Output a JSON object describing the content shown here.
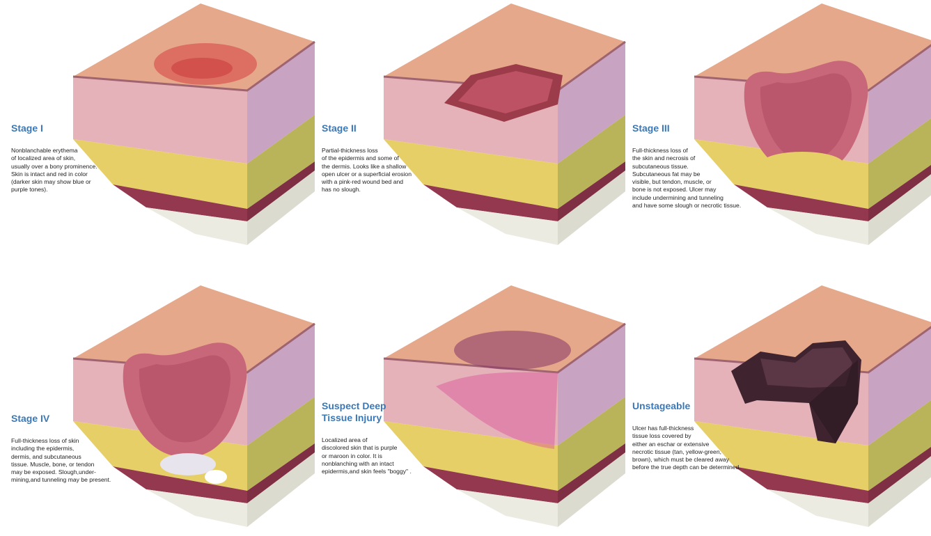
{
  "stages": [
    {
      "id": "stage-1",
      "title": "Stage I",
      "description": "Nonblanchable erythema\nof localized area of skin,\nusually over a bony prominence.\nSkin is intact and red in color\n(darker skin may show blue or\npurple tones).",
      "wound": "erythema",
      "colors": {
        "wound": "#d9534f"
      }
    },
    {
      "id": "stage-2",
      "title": "Stage II",
      "description": "Partial-thickness loss\nof the epidermis and some of\nthe dermis. Looks like a shallow\nopen ulcer or a superficial erosion\nwith a pink-red wound bed and\nhas no slough.",
      "wound": "shallow-ulcer",
      "colors": {
        "wound": "#9c3b4a"
      }
    },
    {
      "id": "stage-3",
      "title": "Stage III",
      "description": "Full-thickness loss of\nthe skin and necrosis of\nsubcutaneous tissue.\nSubcutaneous fat may be\nvisible, but tendon, muscle, or\nbone is not exposed. Ulcer may\ninclude undermining and tunneling\nand have some slough or necrotic tissue.",
      "wound": "deep-crater",
      "colors": {
        "wound": "#c9677a"
      }
    },
    {
      "id": "stage-4",
      "title": "Stage IV",
      "description": "Full-thickness loss of skin\nincluding the epidermis,\ndermis, and subcutaneous\ntissue. Muscle, bone, or tendon\nmay be exposed. Slough,under-\nmining,and tunneling may be present.",
      "wound": "bone-exposed",
      "colors": {
        "wound": "#c9677a"
      }
    },
    {
      "id": "stage-dti",
      "title": "Suspect Deep\nTissue Injury",
      "description": "Localized area of\ndiscolored skin that is purple\nor maroon in color. It is\nnonblanching with an intact\nepidermis,and skin feels \"boggy\" .",
      "wound": "purple-bruise",
      "colors": {
        "wound": "#8e3d6b"
      }
    },
    {
      "id": "stage-unstageable",
      "title": "Unstageable",
      "description": "Ulcer has full-thickness\ntissue loss covered by\neither an eschar or extensive\nnecrotic tissue (tan, yellow-green,\nbrown), which must be cleared away\nbefore the true depth can be determined.",
      "wound": "eschar",
      "colors": {
        "wound": "#3f2430"
      }
    }
  ],
  "colors": {
    "title": "#3a78b8",
    "skin_top": "#e6a88a",
    "dermis": "#e5b2b9",
    "fat": "#e7cf68",
    "muscle": "#93384f",
    "bone": "#ecebe2"
  }
}
